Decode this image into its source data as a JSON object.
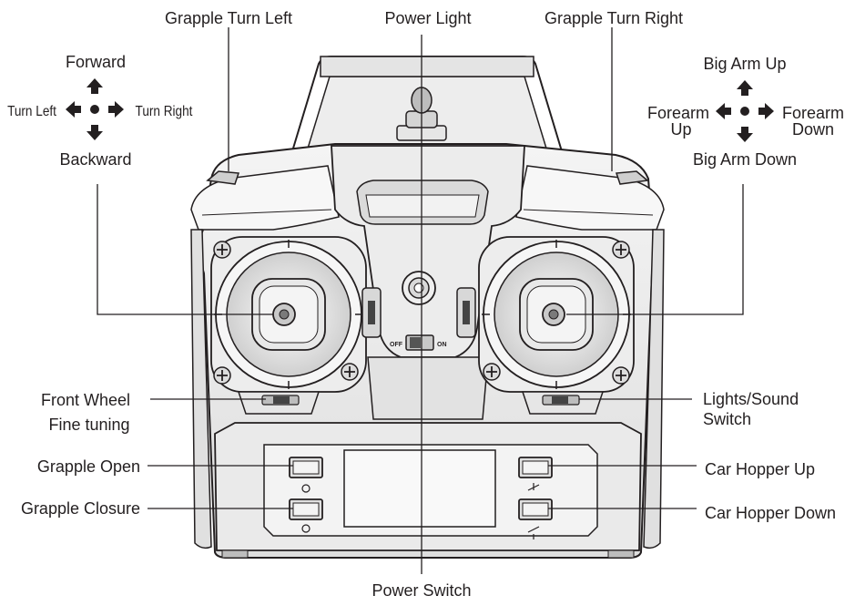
{
  "labels": {
    "grapple_turn_left": "Grapple Turn Left",
    "power_light": "Power Light",
    "grapple_turn_right": "Grapple Turn Right",
    "forward": "Forward",
    "turn_left": "Turn Left",
    "turn_right": "Turn Right",
    "backward": "Backward",
    "big_arm_up": "Big Arm Up",
    "forearm_up_line1": "Forearm",
    "forearm_up_line2": "Up",
    "forearm_down_line1": "Forearm",
    "forearm_down_line2": "Down",
    "big_arm_down": "Big Arm Down",
    "front_wheel_line1": "Front Wheel",
    "front_wheel_line2": "Fine tuning",
    "lights_sound_line1": "Lights/Sound",
    "lights_sound_line2": "Switch",
    "grapple_open": "Grapple Open",
    "grapple_closure": "Grapple Closure",
    "car_hopper_up": "Car Hopper Up",
    "car_hopper_down": "Car Hopper Down",
    "power_switch": "Power Switch",
    "switch_off": "OFF",
    "switch_on": "ON"
  },
  "colors": {
    "ink": "#231f20",
    "body_light": "#f2f2f2",
    "body_mid": "#d9d9d9",
    "body_dark": "#a6a6a6"
  },
  "icons": [
    "up-arrow-icon",
    "down-arrow-icon",
    "left-arrow-icon",
    "right-arrow-icon",
    "center-dot-icon",
    "screw-icon"
  ]
}
